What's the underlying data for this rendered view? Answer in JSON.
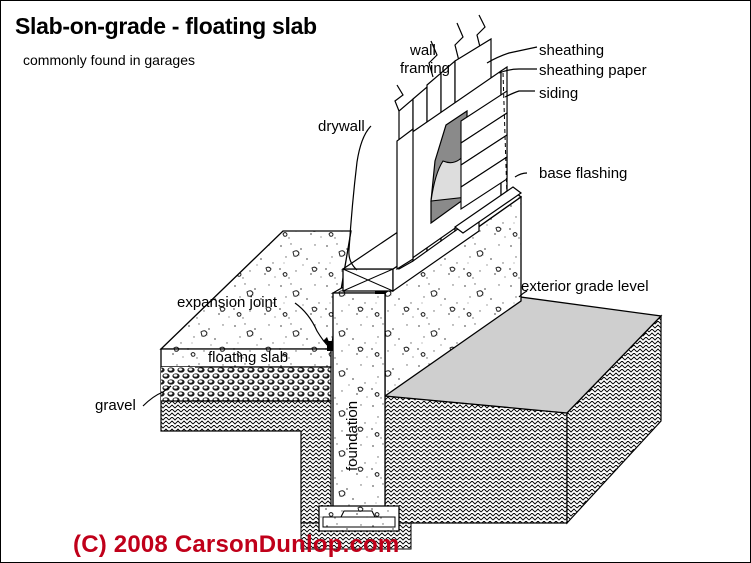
{
  "title": "Slab-on-grade - floating slab",
  "subtitle": "commonly found in garages",
  "labels": {
    "wall_framing_line1": "wall",
    "wall_framing_line2": "framing",
    "sheathing": "sheathing",
    "sheathing_paper": "sheathing paper",
    "siding": "siding",
    "drywall": "drywall",
    "base_flashing": "base flashing",
    "exterior_grade_level": "exterior grade level",
    "expansion_joint": "expansion joint",
    "floating_slab": "floating slab",
    "gravel": "gravel",
    "foundation": "foundation"
  },
  "copyright": "(C) 2008 CarsonDunlop.com",
  "colors": {
    "copyright": "#c0001a",
    "lines": "#000000",
    "grade_fill": "#cfcfcf",
    "paper_fill": "#8a8a8a"
  }
}
